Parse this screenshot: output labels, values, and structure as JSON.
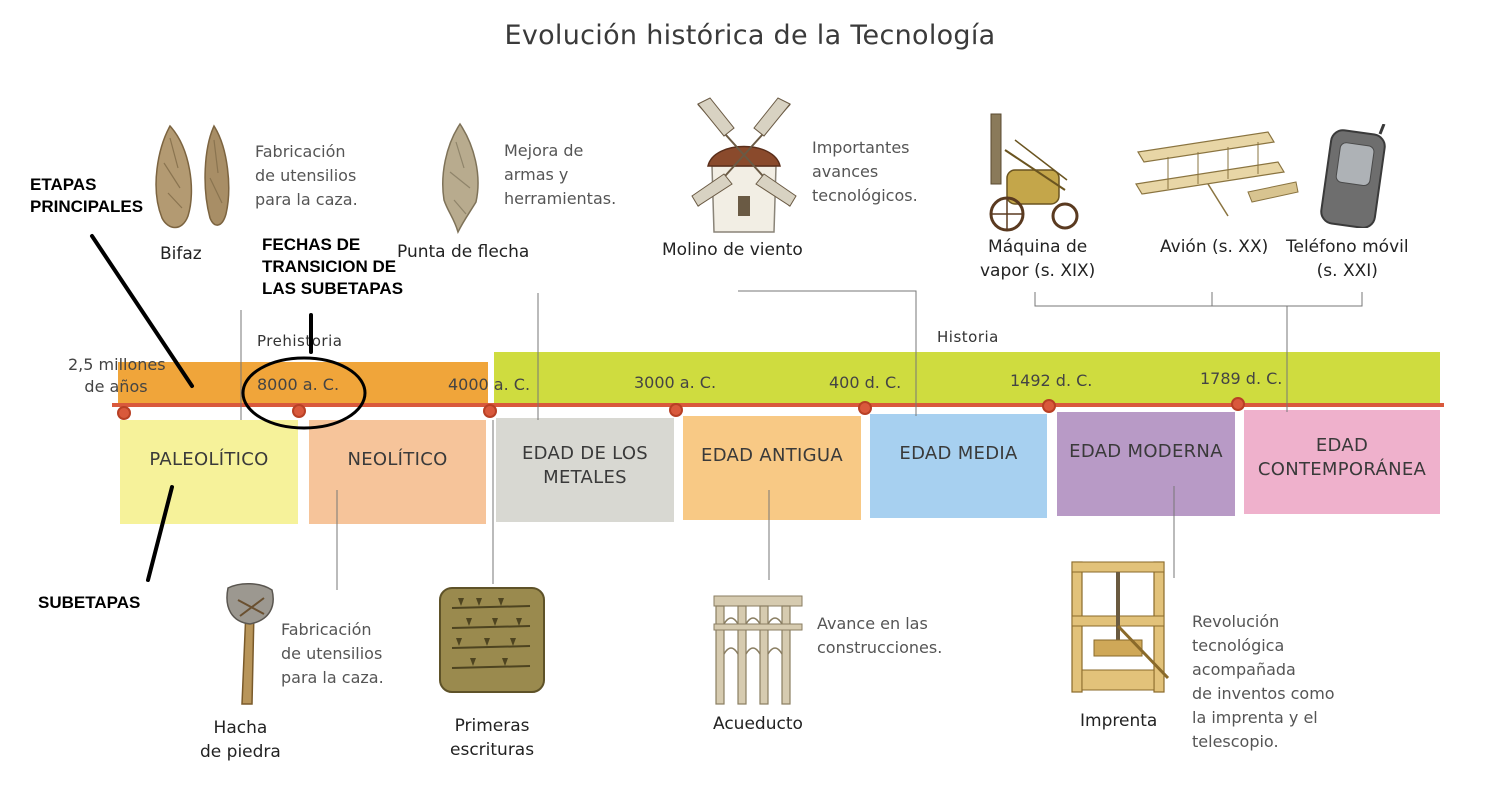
{
  "title": "Evolución histórica de la Tecnología",
  "eras": {
    "prehistory": "Prehistoria",
    "history": "Historia"
  },
  "annotations": {
    "main_stages": [
      "ETAPAS",
      "PRINCIPALES"
    ],
    "transition_dates": [
      "FECHAS DE",
      "TRANSICION DE",
      "LAS SUBETAPAS"
    ],
    "substages": "SUBETAPAS"
  },
  "dates": {
    "start": [
      "2,5 millones",
      "de años"
    ],
    "d1": "8000 a. C.",
    "d2": "4000 a. C.",
    "d3": "3000 a. C.",
    "d4": "400 d. C.",
    "d5": "1492 d. C.",
    "d6": "1789 d. C."
  },
  "periods": {
    "paleolitico": [
      "PALEOLÍTICO"
    ],
    "neolitico": [
      "NEOLÍTICO"
    ],
    "metales": [
      "EDAD DE LOS",
      "METALES"
    ],
    "antigua": [
      "EDAD ANTIGUA"
    ],
    "media": [
      "EDAD MEDIA"
    ],
    "moderna": [
      "EDAD MODERNA"
    ],
    "contemporanea": [
      "EDAD",
      "CONTEMPORÁNEA"
    ]
  },
  "items_top": {
    "bifaz": {
      "label": "Bifaz",
      "desc": [
        "Fabricación",
        "de utensilios",
        "para la caza."
      ]
    },
    "punta": {
      "label": "Punta de flecha",
      "desc": [
        "Mejora de",
        "armas y",
        "herramientas."
      ]
    },
    "molino": {
      "label": "Molino de viento",
      "desc": [
        "Importantes",
        "avances",
        "tecnológicos."
      ]
    },
    "maquina": {
      "label": [
        "Máquina de",
        "vapor (s. XIX)"
      ]
    },
    "avion": {
      "label": "Avión (s. XX)"
    },
    "telefono": {
      "label": [
        "Teléfono móvil",
        "(s. XXI)"
      ]
    }
  },
  "items_bottom": {
    "hacha": {
      "label": [
        "Hacha",
        "de piedra"
      ],
      "desc": [
        "Fabricación",
        "de utensilios",
        "para la caza."
      ]
    },
    "escrituras": {
      "label": [
        "Primeras",
        "escrituras"
      ]
    },
    "acueducto": {
      "label": "Acueducto",
      "desc": [
        "Avance en las",
        "construcciones."
      ]
    },
    "imprenta": {
      "label": "Imprenta",
      "desc": [
        "Revolución",
        "tecnológica",
        "acompañada",
        "de inventos como",
        "la imprenta y el",
        "telescopio."
      ]
    }
  },
  "colors": {
    "prehistory_band": "#f0a53a",
    "history_band": "#cfdc3f",
    "timeline": "#d9593c",
    "paleolitico": "#f6f29a",
    "neolitico": "#f6c49a",
    "metales": "#d8d8d2",
    "antigua": "#f8c985",
    "media": "#a7d0f0",
    "moderna": "#b89ac6",
    "contemporanea": "#efb1cc"
  }
}
